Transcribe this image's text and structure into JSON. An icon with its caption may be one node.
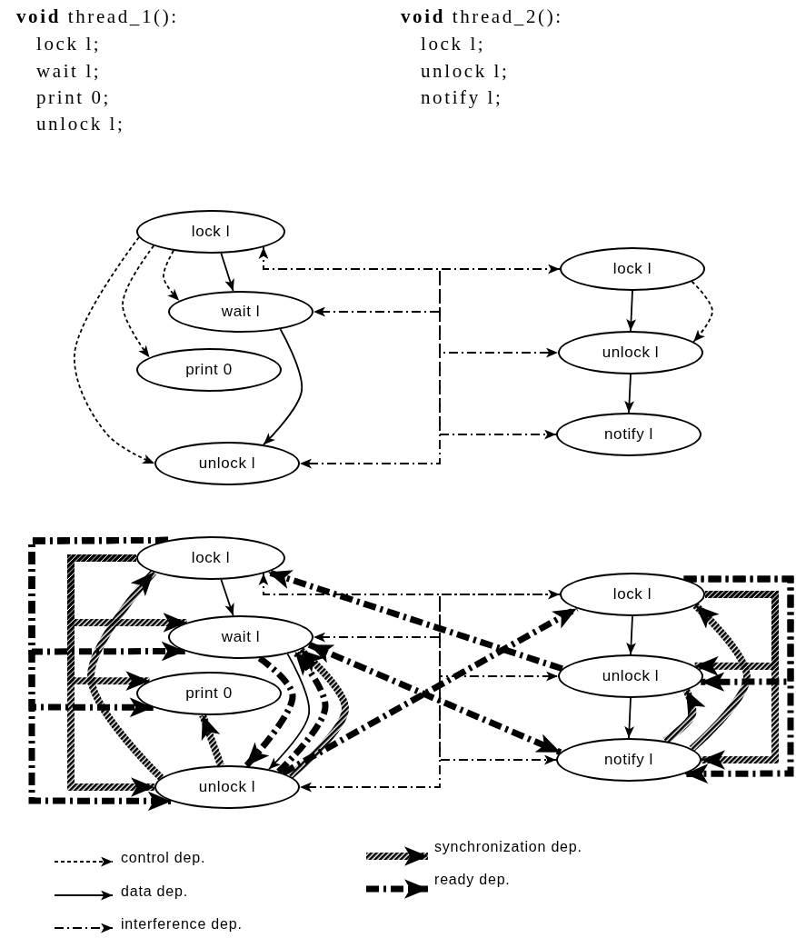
{
  "diagram": {
    "nodes": [
      {
        "text": [
          "lock l"
        ]
      },
      {
        "text": [
          "wait l"
        ]
      },
      {
        "text": [
          "print 0"
        ]
      },
      {
        "text": [
          "unlock l"
        ]
      },
      {
        "text": [
          "lock l"
        ]
      },
      {
        "text": [
          "unlock l"
        ]
      },
      {
        "text": [
          "notify l"
        ]
      },
      {
        "text": [
          "lock l"
        ]
      },
      {
        "text": [
          "wait l"
        ]
      },
      {
        "text": [
          "print 0"
        ]
      },
      {
        "text": [
          "unlock l"
        ]
      },
      {
        "text": [
          "lock l"
        ]
      },
      {
        "text": [
          "unlock l"
        ]
      },
      {
        "text": [
          "notify l"
        ]
      }
    ],
    "edges": [
      {
        "from": 0,
        "to": 1,
        "arrow": "to",
        "style": "dashed"
      },
      {
        "from": 0,
        "to": 2,
        "arrow": "to",
        "style": "dashed"
      },
      {
        "from": 0,
        "to": 3,
        "arrow": "to",
        "style": "dashed"
      },
      {
        "from": 4,
        "to": 5,
        "arrow": "to",
        "style": "dashed"
      },
      {
        "from": 0,
        "to": 1,
        "arrow": "to"
      },
      {
        "from": 1,
        "to": 3,
        "arrow": "to"
      },
      {
        "from": 4,
        "to": 5,
        "arrow": "to"
      },
      {
        "from": 5,
        "to": 6,
        "arrow": "to"
      },
      {
        "from": 0,
        "to": 4,
        "arrow": "both",
        "style": "dashed"
      },
      {
        "from": 0,
        "to": 5,
        "arrow": "to",
        "style": "dashed"
      },
      {
        "from": 0,
        "to": 6,
        "arrow": "to",
        "style": "dashed"
      },
      {
        "from": 4,
        "to": 1,
        "arrow": "to",
        "style": "dashed"
      },
      {
        "from": 4,
        "to": 3,
        "arrow": "to",
        "style": "dashed"
      },
      {
        "from": 7,
        "to": 8,
        "arrow": "to"
      },
      {
        "from": 8,
        "to": 10,
        "arrow": "to"
      },
      {
        "from": 11,
        "to": 12,
        "arrow": "to"
      },
      {
        "from": 12,
        "to": 13,
        "arrow": "to"
      },
      {
        "from": 7,
        "to": 11,
        "arrow": "both",
        "style": "dashed"
      },
      {
        "from": 7,
        "to": 12,
        "arrow": "to",
        "style": "dashed"
      },
      {
        "from": 7,
        "to": 13,
        "arrow": "to",
        "style": "dashed"
      },
      {
        "from": 11,
        "to": 8,
        "arrow": "to",
        "style": "dashed"
      },
      {
        "from": 11,
        "to": 10,
        "arrow": "to",
        "style": "dashed"
      },
      {
        "from": 7,
        "to": 8,
        "arrow": "to",
        "style": "thick"
      },
      {
        "from": 7,
        "to": 9,
        "arrow": "to",
        "style": "thick"
      },
      {
        "from": 7,
        "to": 10,
        "arrow": "to",
        "style": "thick"
      },
      {
        "from": 10,
        "to": 7,
        "arrow": "to",
        "style": "thick"
      },
      {
        "from": 10,
        "to": 9,
        "arrow": "to",
        "style": "thick"
      },
      {
        "from": 10,
        "to": 8,
        "arrow": "to",
        "style": "thick"
      },
      {
        "from": 11,
        "to": 12,
        "arrow": "to",
        "style": "thick"
      },
      {
        "from": 11,
        "to": 13,
        "arrow": "to",
        "style": "thick"
      },
      {
        "from": 13,
        "to": 11,
        "arrow": "to",
        "style": "thick"
      },
      {
        "from": 13,
        "to": 12,
        "arrow": "to",
        "style": "thick"
      },
      {
        "from": 7,
        "to": 8,
        "arrow": "to",
        "style": "dashed"
      },
      {
        "from": 7,
        "to": 9,
        "arrow": "to",
        "style": "dashed"
      },
      {
        "from": 7,
        "to": 10,
        "arrow": "to",
        "style": "dashed"
      },
      {
        "from": 11,
        "to": 12,
        "arrow": "to",
        "style": "dashed"
      },
      {
        "from": 11,
        "to": 13,
        "arrow": "to",
        "style": "dashed"
      },
      {
        "from": 12,
        "to": 7,
        "arrow": "to",
        "style": "dashed"
      },
      {
        "from": 10,
        "to": 11,
        "arrow": "to",
        "style": "dashed"
      },
      {
        "from": 8,
        "to": 13,
        "arrow": "both",
        "style": "dashed"
      },
      {
        "from": 8,
        "to": 10,
        "arrow": "to",
        "style": "dashed"
      },
      {
        "from": 10,
        "to": 8,
        "arrow": "to",
        "style": "dashed"
      }
    ],
    "labels": [
      "**void** thread_1():",
      "lock l;",
      "wait l;",
      "print 0;",
      "unlock l;",
      "**void** thread_2():",
      "lock l;",
      "unlock l;",
      "notify l;"
    ],
    "legend": [
      {
        "text": "control dep."
      },
      {
        "text": "data dep."
      },
      {
        "text": "interference dep."
      },
      {
        "text": "synchronization dep."
      },
      {
        "text": "ready dep."
      }
    ]
  }
}
